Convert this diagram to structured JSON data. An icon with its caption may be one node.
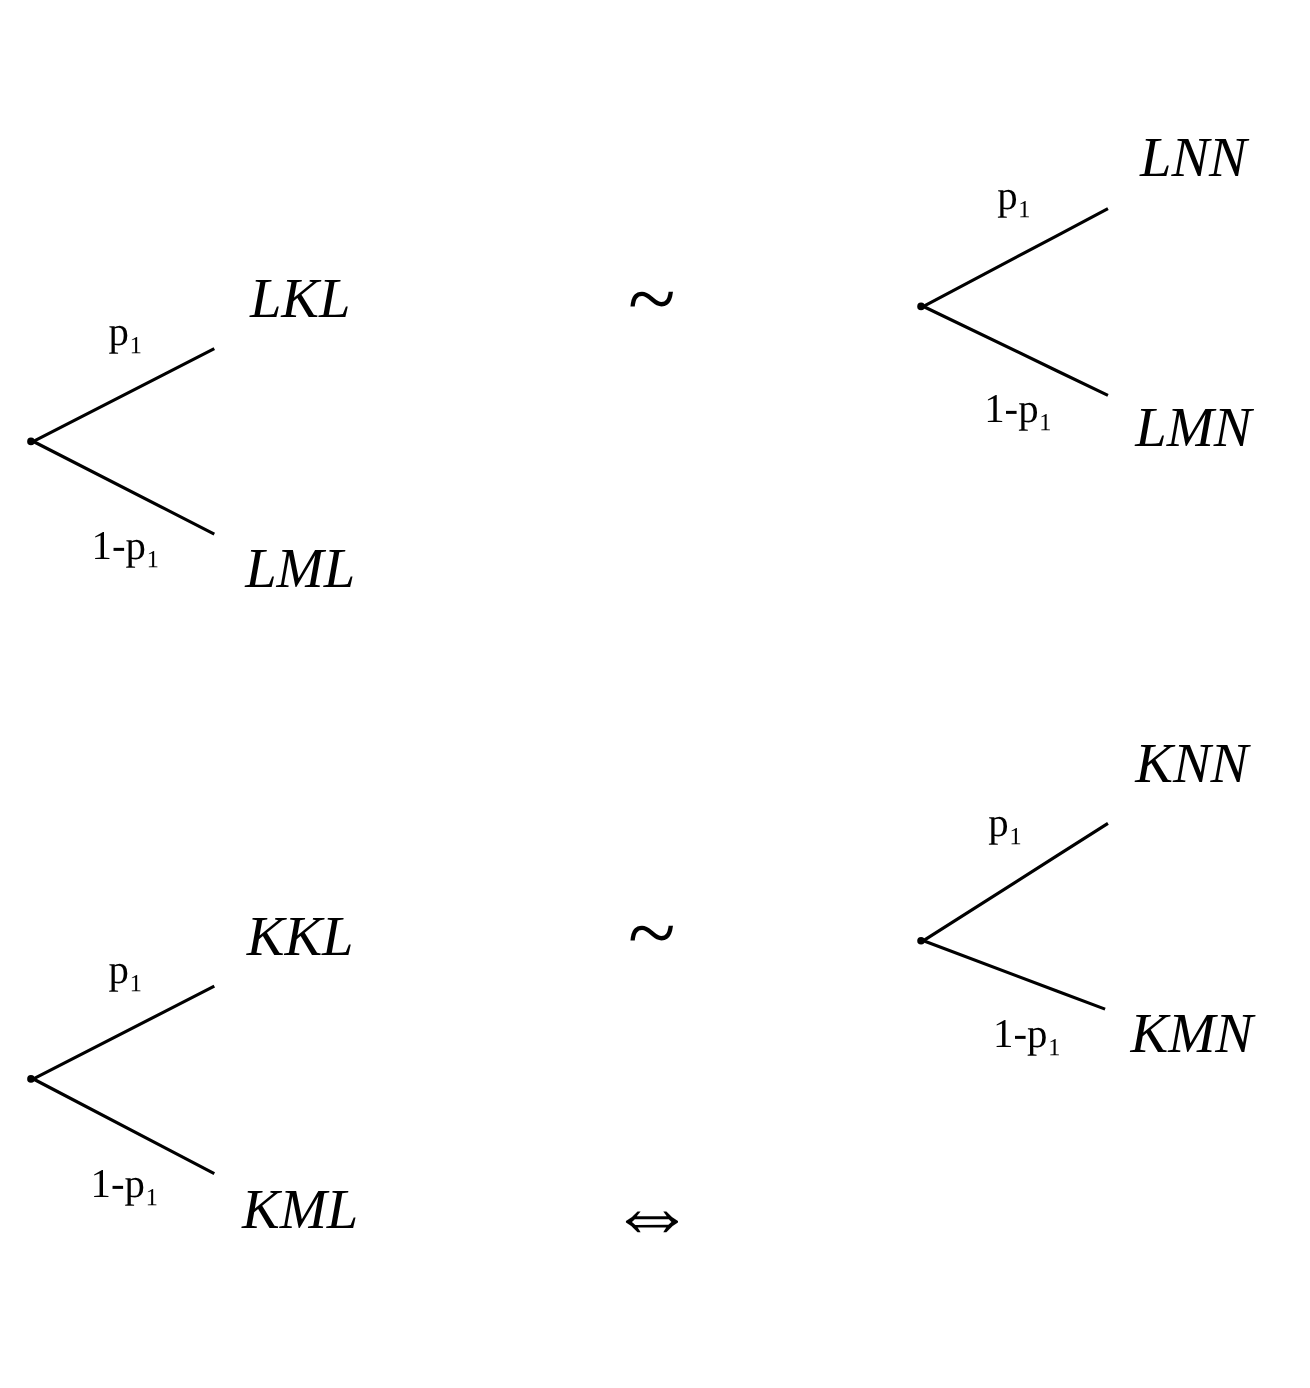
{
  "diagram": {
    "nodes": [
      {
        "text": [],
        "shape": "point"
      },
      {
        "text": [
          "KKL"
        ]
      },
      {
        "text": [
          "KML"
        ]
      },
      {
        "text": [],
        "shape": "point"
      },
      {
        "text": [
          "KNN"
        ]
      },
      {
        "text": [
          "KMN"
        ]
      },
      {
        "text": [],
        "shape": "point"
      },
      {
        "text": [
          "LKL"
        ]
      },
      {
        "text": [
          "LML"
        ]
      },
      {
        "text": [],
        "shape": "point"
      },
      {
        "text": [
          "LNN"
        ]
      },
      {
        "text": [
          "LMN"
        ]
      }
    ],
    "edges": [
      {
        "from": 0,
        "to": 1,
        "arrow": "none",
        "label": "p₁"
      },
      {
        "from": 0,
        "to": 2,
        "arrow": "none",
        "label": "1-p₁"
      },
      {
        "from": 3,
        "to": 4,
        "arrow": "none",
        "label": "p₁"
      },
      {
        "from": 3,
        "to": 5,
        "arrow": "none",
        "label": "1-p₁"
      },
      {
        "from": 6,
        "to": 7,
        "arrow": "none",
        "label": "p₁"
      },
      {
        "from": 6,
        "to": 8,
        "arrow": "none",
        "label": "1-p₁"
      },
      {
        "from": 9,
        "to": 10,
        "arrow": "none",
        "label": "p₁"
      },
      {
        "from": 9,
        "to": 11,
        "arrow": "none",
        "label": "1-p₁"
      }
    ],
    "labels": [
      "~",
      "⇔",
      "~"
    ]
  }
}
